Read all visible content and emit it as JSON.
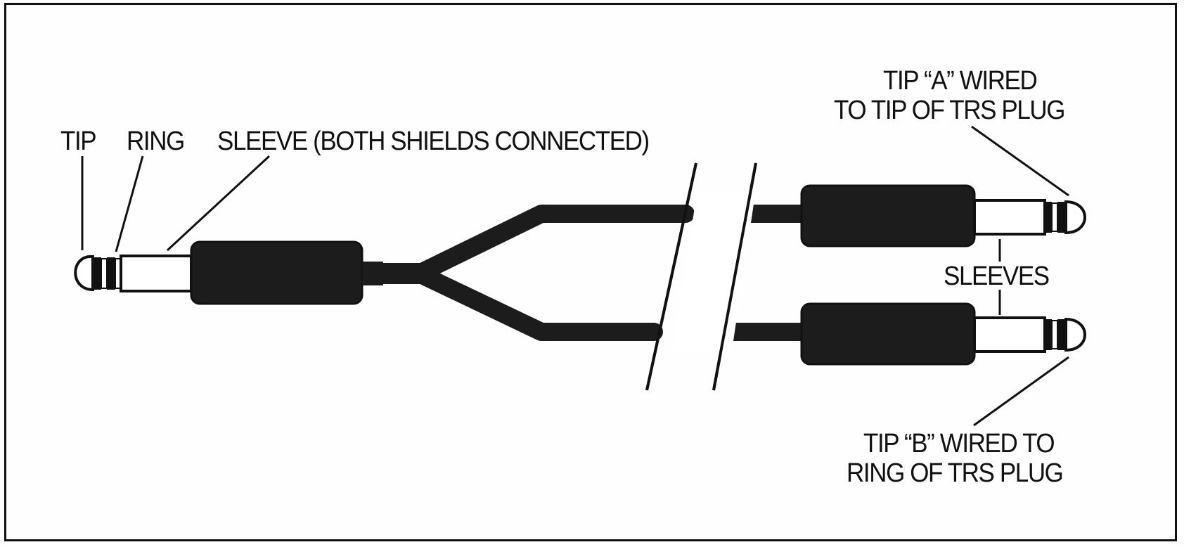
{
  "labels": {
    "tip": "TIP",
    "ring": "RING",
    "sleeve": "SLEEVE (BOTH SHIELDS CONNECTED)",
    "tip_a_line1": "TIP “A” WIRED",
    "tip_a_line2": "TO TIP OF TRS PLUG",
    "sleeves": "SLEEVES",
    "tip_b_line1": "TIP “B” WIRED TO",
    "tip_b_line2": "RING OF TRS PLUG"
  },
  "colors": {
    "ink": "#111111",
    "plug_body": "#1c1c1c",
    "metal": "#ffffff",
    "background": "#ffffff"
  }
}
